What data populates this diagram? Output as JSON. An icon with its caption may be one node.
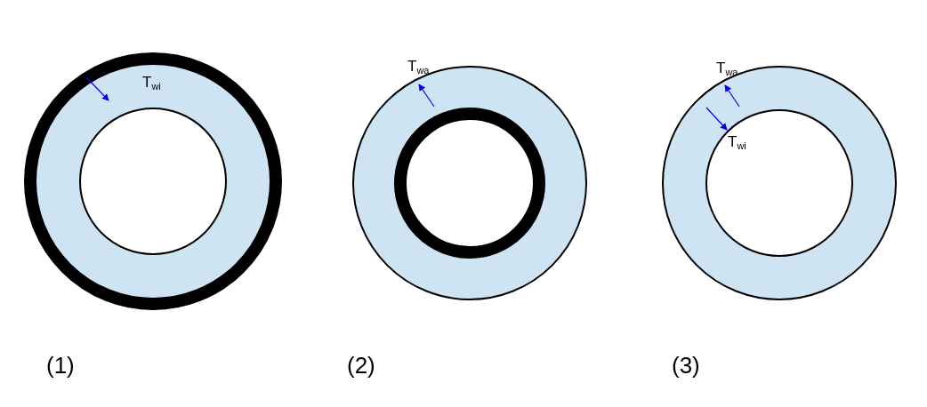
{
  "diagram": {
    "labels": [
      "T$_{wi}$",
      "(1)",
      "T$_{wa}$",
      "(2)",
      "T$_{wa}$",
      "T$_{wi}$",
      "(3)"
    ]
  }
}
